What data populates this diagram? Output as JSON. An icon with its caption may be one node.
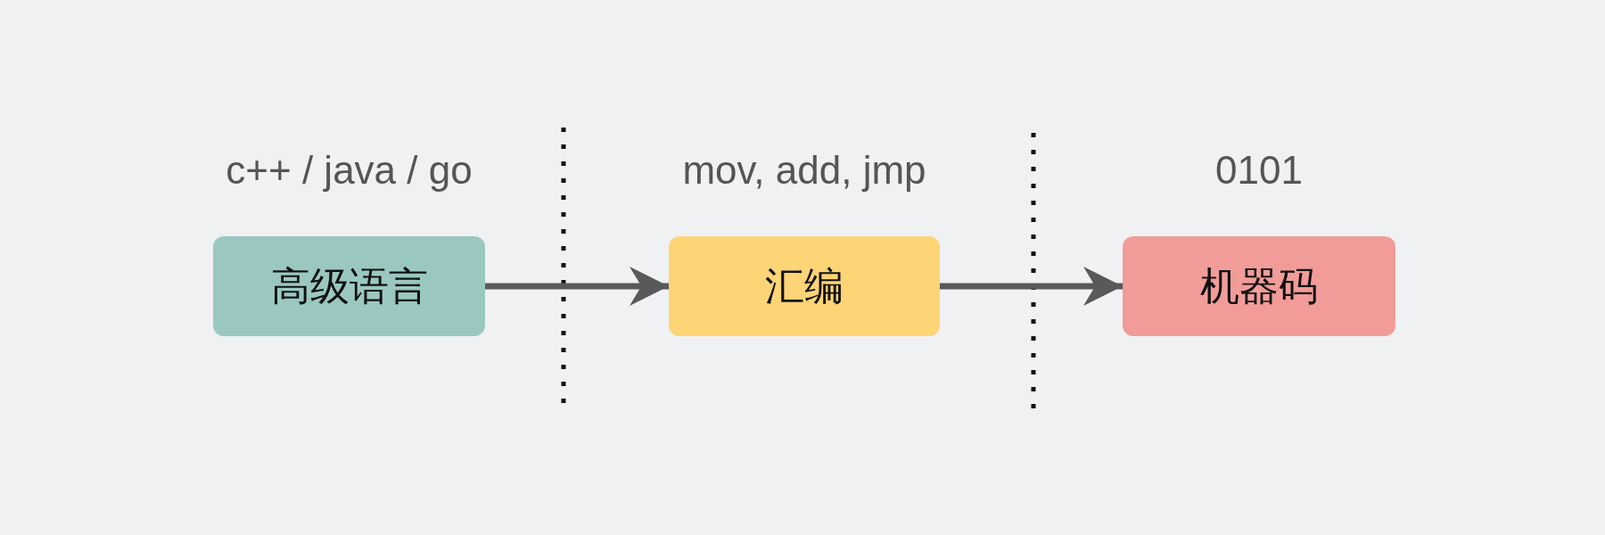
{
  "diagram": {
    "nodes": [
      {
        "text": [
          "高级语言"
        ],
        "beside": [
          "c++ / java / go"
        ]
      },
      {
        "text": [
          "汇编"
        ],
        "beside": [
          "mov, add, jmp"
        ]
      },
      {
        "text": [
          "机器码"
        ],
        "beside": [
          "0101"
        ]
      }
    ],
    "edges": [
      {
        "from": 0,
        "to": 1,
        "arrow": "to"
      },
      {
        "from": 1,
        "to": 2,
        "arrow": "to"
      }
    ]
  }
}
